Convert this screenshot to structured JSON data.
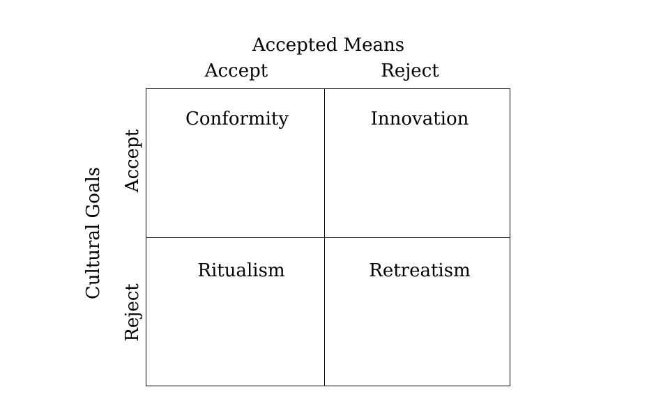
{
  "diagram": {
    "column_title": "Accepted Means",
    "column_headers": [
      "Accept",
      "Reject"
    ],
    "row_title": "Cultural Goals",
    "row_headers": [
      "Accept",
      "Reject"
    ],
    "cells": [
      [
        "Conformity",
        "Innovation"
      ],
      [
        "Ritualism",
        "Retreatism"
      ]
    ],
    "line_color": "#000000",
    "background": "#ffffff"
  }
}
